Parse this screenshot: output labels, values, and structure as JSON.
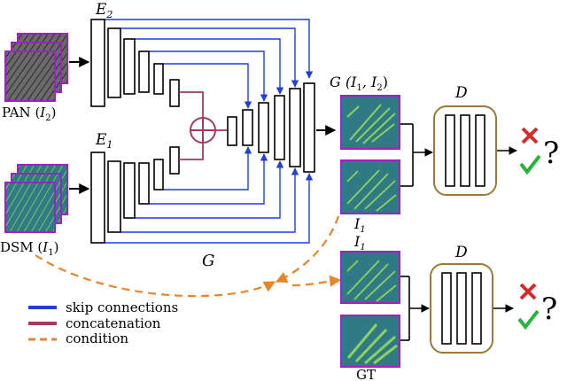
{
  "labels": {
    "e2_main": "E",
    "e2_sub": "2",
    "e1_main": "E",
    "e1_sub": "1",
    "pan_prefix": "PAN (",
    "pan_var": "I",
    "pan_sub": "2",
    "pan_suffix": ")",
    "dsm_prefix": "DSM (",
    "dsm_var": "I",
    "dsm_sub": "1",
    "dsm_suffix": ")",
    "g_out_prefix": "G (I",
    "g_out_sub1": "1",
    "g_out_mid": ", I",
    "g_out_sub2": "2",
    "g_out_suffix": ")",
    "generator": "G",
    "disc_top": "D",
    "disc_bottom": "D",
    "i1_top_main": "I",
    "i1_top_sub": "1",
    "i1_bottom_main": "I",
    "i1_bottom_sub": "1",
    "gt": "GT",
    "question_top": "?",
    "question_bottom": "?"
  },
  "legend": {
    "skip": "skip connections",
    "concat": "concatenation",
    "condition": "condition"
  },
  "colors": {
    "skip": "#1f3fd6",
    "concat": "#a23a5e",
    "condition": "#e8852b",
    "discriminator_border": "#9a7a38",
    "cross": "#d42a2a",
    "check": "#28b43c",
    "image_frame": "#a020c8",
    "image_fill": "#2f7a84",
    "image_line": "#8fd15c"
  },
  "icons": [
    "cross-icon",
    "check-icon",
    "circle-plus-icon"
  ]
}
